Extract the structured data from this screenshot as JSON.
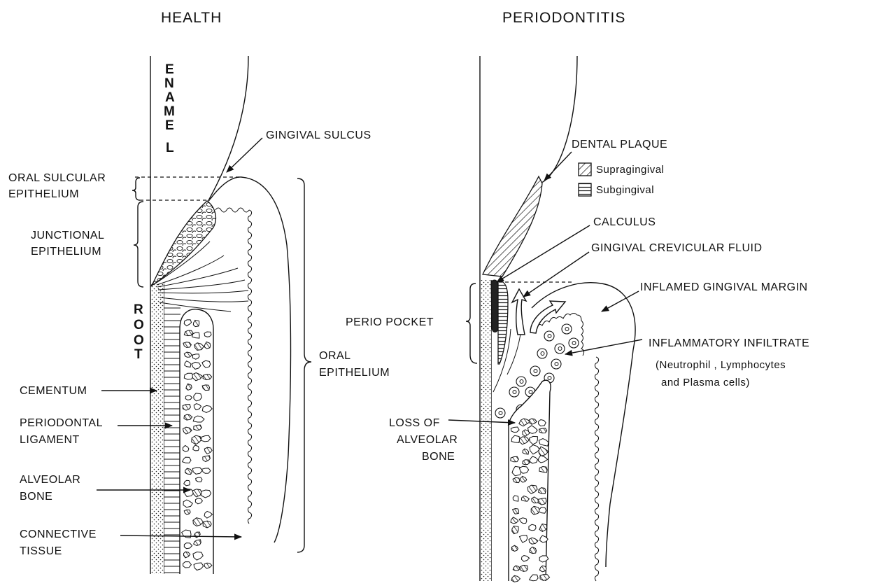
{
  "titles": {
    "left": "HEALTH",
    "right": "PERIODONTITIS"
  },
  "vertical_labels": {
    "enamel": [
      "E",
      "N",
      "A",
      "M",
      "E",
      "L"
    ],
    "root": [
      "R",
      "O",
      "O",
      "T"
    ]
  },
  "left_labels": {
    "gingival_sulcus": "GINGIVAL SULCUS",
    "oral_sulcular_epithelium": [
      "ORAL SULCULAR",
      "EPITHELIUM"
    ],
    "junctional_epithelium": [
      "JUNCTIONAL",
      "EPITHELIUM"
    ],
    "oral_epithelium": [
      "ORAL",
      "EPITHELIUM"
    ],
    "cementum": "CEMENTUM",
    "periodontal_ligament": [
      "PERIODONTAL",
      "LIGAMENT"
    ],
    "alveolar_bone": [
      "ALVEOLAR",
      "BONE"
    ],
    "connective_tissue": [
      "CONNECTIVE",
      "TISSUE"
    ]
  },
  "right_labels": {
    "dental_plaque": "DENTAL PLAQUE",
    "legend": {
      "supragingival": "Supragingival",
      "subgingival": "Subgingival"
    },
    "calculus": "CALCULUS",
    "gingival_crevicular_fluid": "GINGIVAL CREVICULAR FLUID",
    "inflamed_gingival_margin": "INFLAMED GINGIVAL MARGIN",
    "perio_pocket": "PERIO POCKET",
    "inflammatory_infiltrate": "INFLAMMATORY INFILTRATE",
    "infiltrate_detail": [
      "(Neutrophil , Lymphocytes",
      "and Plasma cells)"
    ],
    "loss_of_alveolar_bone": [
      "LOSS OF",
      "ALVEOLAR",
      "BONE"
    ]
  }
}
